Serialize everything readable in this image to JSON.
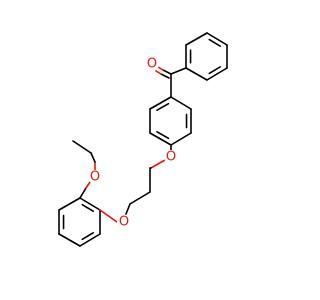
{
  "molecule": {
    "colors": {
      "bond": "#000000",
      "oxygen": "#e8140c",
      "background": "#ffffff"
    },
    "atoms": {
      "o_carbonyl": {
        "symbol": "O"
      },
      "o_ether_1": {
        "symbol": "O"
      },
      "o_ether_2": {
        "symbol": "O"
      },
      "o_ethoxy": {
        "symbol": "O"
      }
    }
  }
}
